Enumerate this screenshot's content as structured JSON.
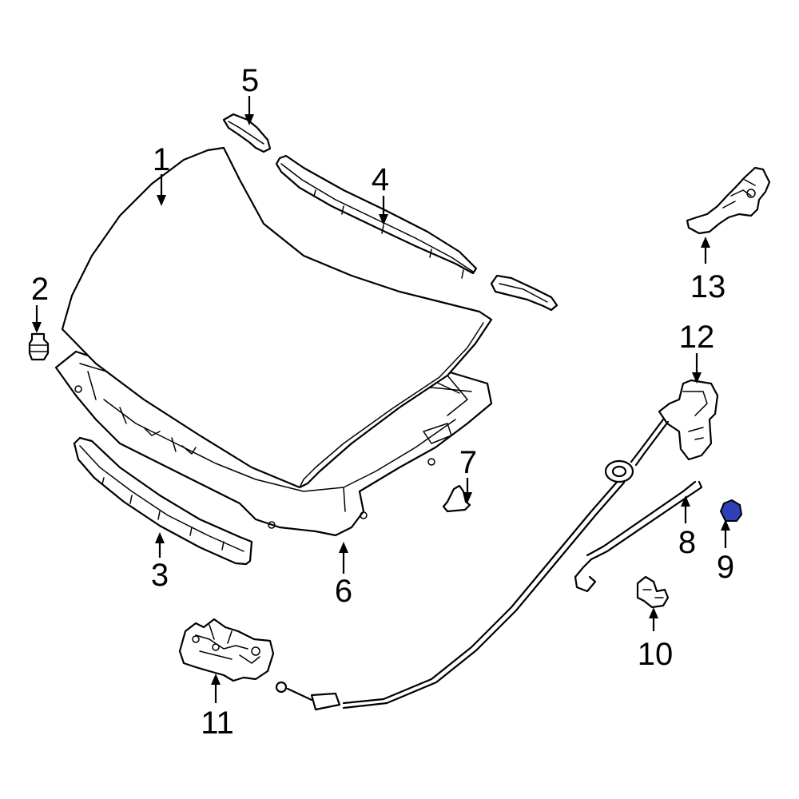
{
  "callouts": {
    "c1": "1",
    "c2": "2",
    "c3": "3",
    "c4": "4",
    "c5": "5",
    "c6": "6",
    "c7": "7",
    "c8": "8",
    "c9": "9",
    "c10": "10",
    "c11": "11",
    "c12": "12",
    "c13": "13"
  },
  "highlight_color": "#2f3fb5"
}
